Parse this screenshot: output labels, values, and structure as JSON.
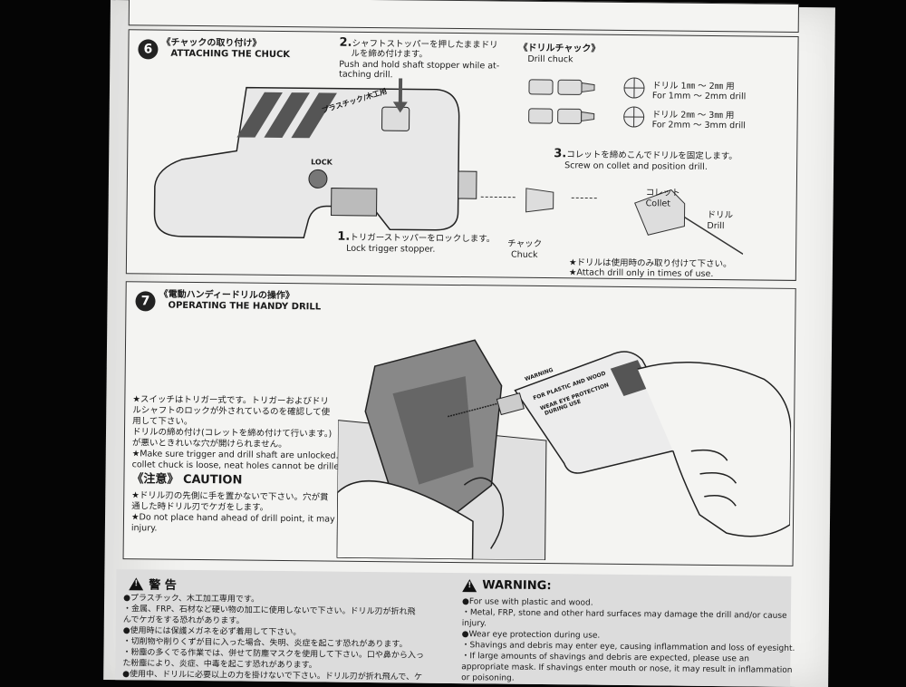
{
  "step6": {
    "number": "6",
    "title_jp": "《チャックの取り付け》",
    "title_en": "ATTACHING THE CHUCK",
    "s2_num": "2.",
    "s2_jp1": "シャフトストッパーを押したままドリ",
    "s2_jp2": "ルを締め付けます。",
    "s2_en1": "Push and hold shaft stopper while at-",
    "s2_en2": "taching drill.",
    "chuck_title_jp": "《ドリルチャック》",
    "chuck_title_en": "Drill chuck",
    "chuck1_jp": "ドリル 1㎜ 〜 2㎜ 用",
    "chuck1_en": "For 1mm 〜 2mm drill",
    "chuck2_jp": "ドリル 2㎜ 〜 3㎜ 用",
    "chuck2_en": "For 2mm 〜 3mm drill",
    "s3_num": "3.",
    "s3_jp": "コレットを締めこんでドリルを固定します。",
    "s3_en": "Screw on collet and position drill.",
    "collet_jp": "コレット",
    "collet_en": "Collet",
    "drill_jp": "ドリル",
    "drill_en": "Drill",
    "chuck_jp": "チャック",
    "chuck_en": "Chuck",
    "s1_num": "1.",
    "s1_jp": "トリガーストッパーをロックします。",
    "s1_en": "Lock trigger stopper.",
    "note_jp": "★ドリルは使用時のみ取り付けて下さい。",
    "note_en": "★Attach drill only in times of use.",
    "lock_label": "LOCK",
    "body_label": "プラスチック/木工用"
  },
  "step7": {
    "number": "7",
    "title_jp": "《電動ハンディードリルの操作》",
    "title_en": "OPERATING THE HANDY DRILL",
    "n1": "★スイッチはトリガー式です。トリガーおよびドリ",
    "n2": "ルシャフトのロックが外されているのを確認して使",
    "n3": "用して下さい。",
    "n4": "ドリルの締め付け(コレットを締め付けて行います。)",
    "n5": "が悪いときれいな穴が開けられません。",
    "n6": "★Make sure trigger and drill shaft are unlocked. If",
    "n7": "collet chuck is loose, neat holes cannot be drilled.",
    "caution_title": "《注意》 CAUTION",
    "c1": "★ドリル刃の先側に手を置かないで下さい。穴が貫",
    "c2": "通した時ドリル刃でケガをします。",
    "c3": "★Do not place hand ahead of drill point, it may cause",
    "c4": "injury.",
    "drill_label1": "WARNING",
    "drill_label2": "FOR PLASTIC AND WOOD",
    "drill_label3": "WEAR EYE PROTECTION",
    "drill_label4": "DURING USE"
  },
  "warning_jp": {
    "title": "警 告",
    "l1": "●プラスチック、木工加工専用です。",
    "l2": "・金属、FRP、石材など硬い物の加工に使用しないで下さい。ドリル刃が折れ飛",
    "l3": "んでケガをする恐れがあります。",
    "l4": "●使用時には保護メガネを必ず着用して下さい。",
    "l5": "・切削物や削りくずが目に入った場合、失明、炎症を起こす恐れがあります。",
    "l6": "・粉塵の多くでる作業では、併せて防塵マスクを使用して下さい。口や鼻から入っ",
    "l7": "た粉塵により、炎症、中毒を起こす恐れがあります。",
    "l8": "●使用中、ドリルに必要以上の力を掛けないで下さい。ドリル刃が折れ飛んで、ケ"
  },
  "warning_en": {
    "title": "WARNING:",
    "l1": "●For use with plastic and wood.",
    "l2": "・Metal, FRP, stone and other hard surfaces may damage the drill and/or cause",
    "l3": "injury.",
    "l4": "●Wear eye protection during use.",
    "l5": "・Shavings and debris may enter eye, causing inflammation and loss of eyesight.",
    "l6": "・If large amounts of shavings and debris are expected, please use an",
    "l7": "appropriate mask. If shavings enter mouth or nose, it may result in inflammation",
    "l8": "or poisoning."
  }
}
